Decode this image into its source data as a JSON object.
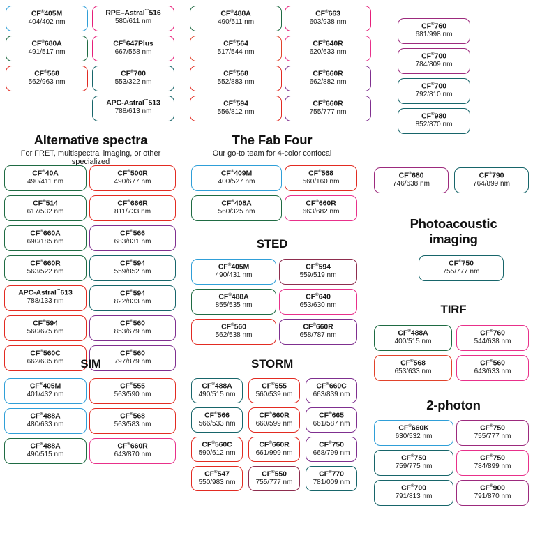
{
  "top": {
    "col1": [
      {
        "name": "CF",
        "reg": "®",
        "sup": "",
        "num": "405M",
        "spec": "404/402 nm",
        "color": "c-blue"
      },
      {
        "name": "CF",
        "reg": "®",
        "sup": "",
        "num": "680A",
        "spec": "491/517 nm",
        "color": "c-green"
      },
      {
        "name": "CF",
        "reg": "®",
        "sup": "",
        "num": "568",
        "spec": "562/963 nm",
        "color": "c-red"
      }
    ],
    "col2": [
      {
        "name": "RPE–Astral",
        "reg": "",
        "sup": "™",
        "num": "516",
        "spec": "580/611 nm",
        "color": "c-magenta"
      },
      {
        "name": "CF",
        "reg": "®",
        "sup": "",
        "num": "647Plus",
        "spec": "667/558 nm",
        "color": "c-magenta"
      },
      {
        "name": "CF",
        "reg": "®",
        "sup": "",
        "num": "700",
        "spec": "553/322 nm",
        "color": "c-teal"
      },
      {
        "name": "APC-Astral",
        "reg": "",
        "sup": "™",
        "num": "513",
        "spec": "788/613 nm",
        "color": "c-teal"
      }
    ],
    "col3": [
      {
        "name": "CF",
        "reg": "®",
        "sup": "",
        "num": "488A",
        "spec": "490/511 nm",
        "color": "c-green"
      },
      {
        "name": "CF",
        "reg": "®",
        "sup": "",
        "num": "564",
        "spec": "517/544 nm",
        "color": "c-orange"
      },
      {
        "name": "CF",
        "reg": "®",
        "sup": "",
        "num": "568",
        "spec": "552/883 nm",
        "color": "c-red"
      },
      {
        "name": "CF",
        "reg": "®",
        "sup": "",
        "num": "594",
        "spec": "556/812 nm",
        "color": "c-red"
      }
    ],
    "col4": [
      {
        "name": "CF",
        "reg": "®",
        "sup": "",
        "num": "663",
        "spec": "603/938 nm",
        "color": "c-magenta"
      },
      {
        "name": "CF",
        "reg": "®",
        "sup": "",
        "num": "640R",
        "spec": "620/633 nm",
        "color": "c-pink"
      },
      {
        "name": "CF",
        "reg": "®",
        "sup": "",
        "num": "660R",
        "spec": "662/882 nm",
        "color": "c-purple"
      },
      {
        "name": "CF",
        "reg": "®",
        "sup": "",
        "num": "660R",
        "spec": "755/777 nm",
        "color": "c-purple"
      }
    ],
    "col5": [
      {
        "name": "CF",
        "reg": "®",
        "sup": "",
        "num": "760",
        "spec": "681/998 nm",
        "color": "c-plum"
      },
      {
        "name": "CF",
        "reg": "®",
        "sup": "",
        "num": "700",
        "spec": "784/809 nm",
        "color": "c-plum"
      },
      {
        "name": "CF",
        "reg": "®",
        "sup": "",
        "num": "700",
        "spec": "792/810 nm",
        "color": "c-teal"
      },
      {
        "name": "CF",
        "reg": "®",
        "sup": "",
        "num": "980",
        "spec": "852/870 nm",
        "color": "c-teal"
      }
    ]
  },
  "alternative": {
    "title": "Alternative spectra",
    "subtitle": "For FRET, multispectral imaging, or other specialized",
    "left": [
      {
        "name": "CF",
        "reg": "®",
        "sup": "",
        "num": "40A",
        "spec": "490/411 nm",
        "color": "c-green"
      },
      {
        "name": "CF",
        "reg": "®",
        "sup": "",
        "num": "514",
        "spec": "617/532 nm",
        "color": "c-green"
      },
      {
        "name": "CF",
        "reg": "®",
        "sup": "",
        "num": "660A",
        "spec": "690/185 nm",
        "color": "c-green"
      },
      {
        "name": "CF",
        "reg": "®",
        "sup": "",
        "num": "660R",
        "spec": "563/522 nm",
        "color": "c-green"
      },
      {
        "name": "APC-Astral",
        "reg": "",
        "sup": "™",
        "num": "613",
        "spec": "788/133 nm",
        "color": "c-red"
      },
      {
        "name": "CF",
        "reg": "®",
        "sup": "",
        "num": "594",
        "spec": "560/675 nm",
        "color": "c-red"
      },
      {
        "name": "CF",
        "reg": "®",
        "sup": "",
        "num": "560C",
        "spec": "662/635 nm",
        "color": "c-red"
      }
    ],
    "right": [
      {
        "name": "CF",
        "reg": "®",
        "sup": "",
        "num": "500R",
        "spec": "490/677 nm",
        "color": "c-red"
      },
      {
        "name": "CF",
        "reg": "®",
        "sup": "",
        "num": "666R",
        "spec": "811/733 nm",
        "color": "c-red"
      },
      {
        "name": "CF",
        "reg": "®",
        "sup": "",
        "num": "566",
        "spec": "683/831 nm",
        "color": "c-purple"
      },
      {
        "name": "CF",
        "reg": "®",
        "sup": "",
        "num": "594",
        "spec": "559/852 nm",
        "color": "c-teal"
      },
      {
        "name": "CF",
        "reg": "®",
        "sup": "",
        "num": "594",
        "spec": "822/833 nm",
        "color": "c-teal"
      },
      {
        "name": "CF",
        "reg": "®",
        "sup": "",
        "num": "560",
        "spec": "853/679 nm",
        "color": "c-purple"
      },
      {
        "name": "CF",
        "reg": "®",
        "sup": "",
        "num": "560",
        "spec": "797/879 nm",
        "color": "c-purple"
      }
    ]
  },
  "sim": {
    "title": "SIM",
    "left": [
      {
        "name": "CF",
        "reg": "®",
        "sup": "",
        "num": "405M",
        "spec": "401/432 nm",
        "color": "c-blue"
      },
      {
        "name": "CF",
        "reg": "®",
        "sup": "",
        "num": "488A",
        "spec": "480/633 nm",
        "color": "c-blue"
      },
      {
        "name": "CF",
        "reg": "®",
        "sup": "",
        "num": "488A",
        "spec": "490/515 nm",
        "color": "c-green"
      }
    ],
    "right": [
      {
        "name": "CF",
        "reg": "®",
        "sup": "",
        "num": "555",
        "spec": "563/590 nm",
        "color": "c-red"
      },
      {
        "name": "CF",
        "reg": "®",
        "sup": "",
        "num": "568",
        "spec": "563/583 nm",
        "color": "c-red"
      },
      {
        "name": "CF",
        "reg": "®",
        "sup": "",
        "num": "660R",
        "spec": "643/870 nm",
        "color": "c-pink"
      }
    ]
  },
  "fabfour": {
    "title": "The Fab Four",
    "subtitle": "Our go-to team for 4-color confocal",
    "left": [
      {
        "name": "CF",
        "reg": "®",
        "sup": "",
        "num": "409M",
        "spec": "400/527 nm",
        "color": "c-blue"
      },
      {
        "name": "CF",
        "reg": "®",
        "sup": "",
        "num": "408A",
        "spec": "560/325 nm",
        "color": "c-green"
      }
    ],
    "right": [
      {
        "name": "CF",
        "reg": "®",
        "sup": "",
        "num": "568",
        "spec": "560/160 nm",
        "color": "c-red"
      },
      {
        "name": "CF",
        "reg": "®",
        "sup": "",
        "num": "660R",
        "spec": "663/682 nm",
        "color": "c-pink"
      }
    ]
  },
  "sted": {
    "title": "STED",
    "left": [
      {
        "name": "CF",
        "reg": "®",
        "sup": "",
        "num": "405M",
        "spec": "490/431 nm",
        "color": "c-blue"
      },
      {
        "name": "CF",
        "reg": "®",
        "sup": "",
        "num": "488A",
        "spec": "855/535 nm",
        "color": "c-green"
      },
      {
        "name": "CF",
        "reg": "®",
        "sup": "",
        "num": "560",
        "spec": "562/538 nm",
        "color": "c-red"
      }
    ],
    "right": [
      {
        "name": "CF",
        "reg": "®",
        "sup": "",
        "num": "594",
        "spec": "559/519 nm",
        "color": "c-maroon"
      },
      {
        "name": "CF",
        "reg": "®",
        "sup": "",
        "num": "640",
        "spec": "653/630 nm",
        "color": "c-pink"
      },
      {
        "name": "CF",
        "reg": "®",
        "sup": "",
        "num": "660R",
        "spec": "658/787 nm",
        "color": "c-purple"
      }
    ]
  },
  "storm": {
    "title": "STORM",
    "rows": [
      [
        {
          "name": "CF",
          "reg": "®",
          "sup": "",
          "num": "488A",
          "spec": "490/515 nm",
          "color": "c-teal"
        },
        {
          "name": "CF",
          "reg": "®",
          "sup": "",
          "num": "555",
          "spec": "560/539 nm",
          "color": "c-red"
        },
        {
          "name": "CF",
          "reg": "®",
          "sup": "",
          "num": "660C",
          "spec": "663/839 nm",
          "color": "c-purple"
        }
      ],
      [
        {
          "name": "CF",
          "reg": "®",
          "sup": "",
          "num": "566",
          "spec": "566/533 nm",
          "color": "c-teal"
        },
        {
          "name": "CF",
          "reg": "®",
          "sup": "",
          "num": "660R",
          "spec": "660/599 nm",
          "color": "c-red"
        },
        {
          "name": "CF",
          "reg": "®",
          "sup": "",
          "num": "665",
          "spec": "661/587 nm",
          "color": "c-purple"
        }
      ],
      [
        {
          "name": "CF",
          "reg": "®",
          "sup": "",
          "num": "560C",
          "spec": "590/612 nm",
          "color": "c-red"
        },
        {
          "name": "CF",
          "reg": "®",
          "sup": "",
          "num": "660R",
          "spec": "661/999 nm",
          "color": "c-red"
        },
        {
          "name": "CF",
          "reg": "®",
          "sup": "",
          "num": "750",
          "spec": "668/799 nm",
          "color": "c-purple"
        }
      ],
      [
        {
          "name": "CF",
          "reg": "®",
          "sup": "",
          "num": "547",
          "spec": "550/983 nm",
          "color": "c-red"
        },
        {
          "name": "CF",
          "reg": "®",
          "sup": "",
          "num": "550",
          "spec": "755/777 nm",
          "color": "c-maroon"
        },
        {
          "name": "CF",
          "reg": "®",
          "sup": "",
          "num": "770",
          "spec": "781/009 nm",
          "color": "c-teal"
        }
      ]
    ]
  },
  "rightpair": [
    {
      "name": "CF",
      "reg": "®",
      "sup": "",
      "num": "680",
      "spec": "746/638 nm",
      "color": "c-plum"
    },
    {
      "name": "CF",
      "reg": "®",
      "sup": "",
      "num": "790",
      "spec": "764/899 nm",
      "color": "c-teal"
    }
  ],
  "photoacoustic": {
    "title_line1": "Photoacoustic",
    "title_line2": "imaging",
    "items": [
      {
        "name": "CF",
        "reg": "®",
        "sup": "",
        "num": "750",
        "spec": "755/777 nm",
        "color": "c-teal"
      }
    ]
  },
  "tirf": {
    "title": "TIRF",
    "left": [
      {
        "name": "CF",
        "reg": "®",
        "sup": "",
        "num": "488A",
        "spec": "400/515 nm",
        "color": "c-green"
      },
      {
        "name": "CF",
        "reg": "®",
        "sup": "",
        "num": "568",
        "spec": "653/633 nm",
        "color": "c-orange"
      }
    ],
    "right": [
      {
        "name": "CF",
        "reg": "®",
        "sup": "",
        "num": "760",
        "spec": "544/638 nm",
        "color": "c-pink"
      },
      {
        "name": "CF",
        "reg": "®",
        "sup": "",
        "num": "560",
        "spec": "643/633 nm",
        "color": "c-pink"
      }
    ]
  },
  "twophoton": {
    "title": "2-photon",
    "left": [
      {
        "name": "CF",
        "reg": "®",
        "sup": "",
        "num": "660K",
        "spec": "630/532 nm",
        "color": "c-blue"
      },
      {
        "name": "CF",
        "reg": "®",
        "sup": "",
        "num": "750",
        "spec": "759/775 nm",
        "color": "c-teal"
      },
      {
        "name": "CF",
        "reg": "®",
        "sup": "",
        "num": "700",
        "spec": "791/813 nm",
        "color": "c-teal"
      }
    ],
    "right": [
      {
        "name": "CF",
        "reg": "®",
        "sup": "",
        "num": "750",
        "spec": "755/777 nm",
        "color": "c-plum"
      },
      {
        "name": "CF",
        "reg": "®",
        "sup": "",
        "num": "750",
        "spec": "784/899 nm",
        "color": "c-pink"
      },
      {
        "name": "CF",
        "reg": "®",
        "sup": "",
        "num": "900",
        "spec": "791/870 nm",
        "color": "c-plum"
      }
    ]
  }
}
